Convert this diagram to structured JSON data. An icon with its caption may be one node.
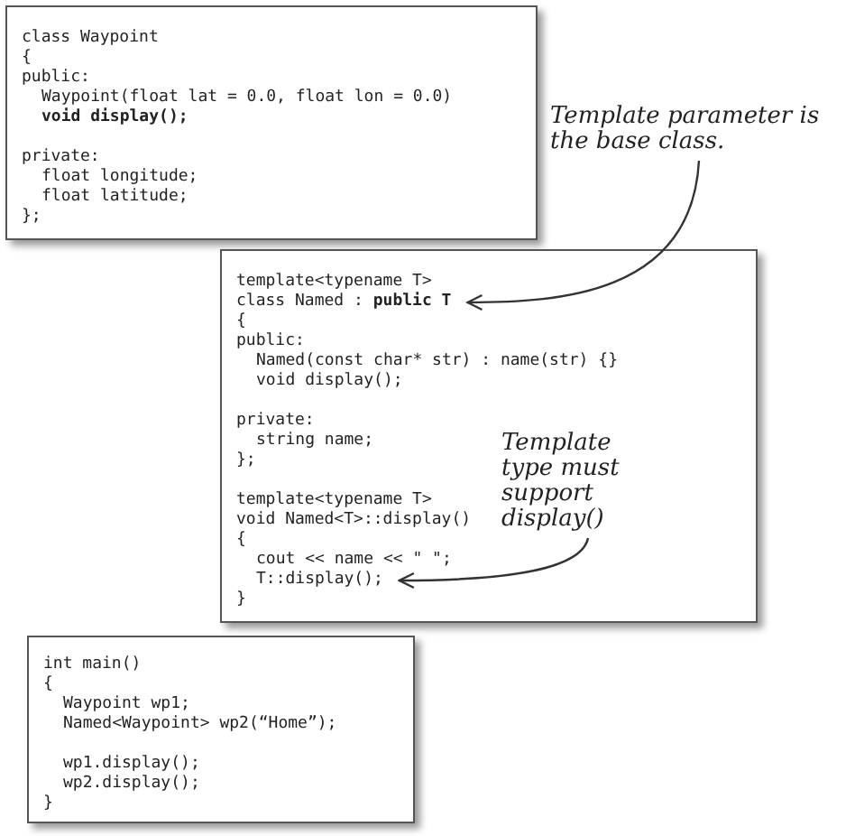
{
  "diagram": {
    "nodes": [
      {
        "text": [
          "class Waypoint",
          "{",
          "public:",
          "Waypoint(float lat = 0.0, float lon = 0.0)",
          "**void display();**",
          "private:",
          "float longitude;",
          "float latitude;",
          "};"
        ]
      },
      {
        "text": [
          "template<typename T>",
          "class Named : **public T**",
          "{",
          "public:",
          "Named(const char* str) : name(str) {}",
          "void display();",
          "private:",
          "string name;",
          "};",
          "template<typename T>",
          "void Named<T>::display()",
          "{",
          "cout << name << \" \";",
          "T::display();",
          "}"
        ]
      },
      {
        "text": [
          "int main()",
          "{",
          "Waypoint wp1;",
          "Named<Waypoint> wp2(“Home”);",
          "wp1.display();",
          "wp2.display();",
          "}"
        ]
      },
      {
        "text": [
          "Template parameter is the base class."
        ]
      },
      {
        "text": [
          "Template type must support display()"
        ],
        "in": 1
      }
    ],
    "edges": [
      {
        "from": 3,
        "to": 1,
        "arrow": "to"
      },
      {
        "from": 4,
        "to": 1,
        "arrow": "to"
      }
    ]
  }
}
